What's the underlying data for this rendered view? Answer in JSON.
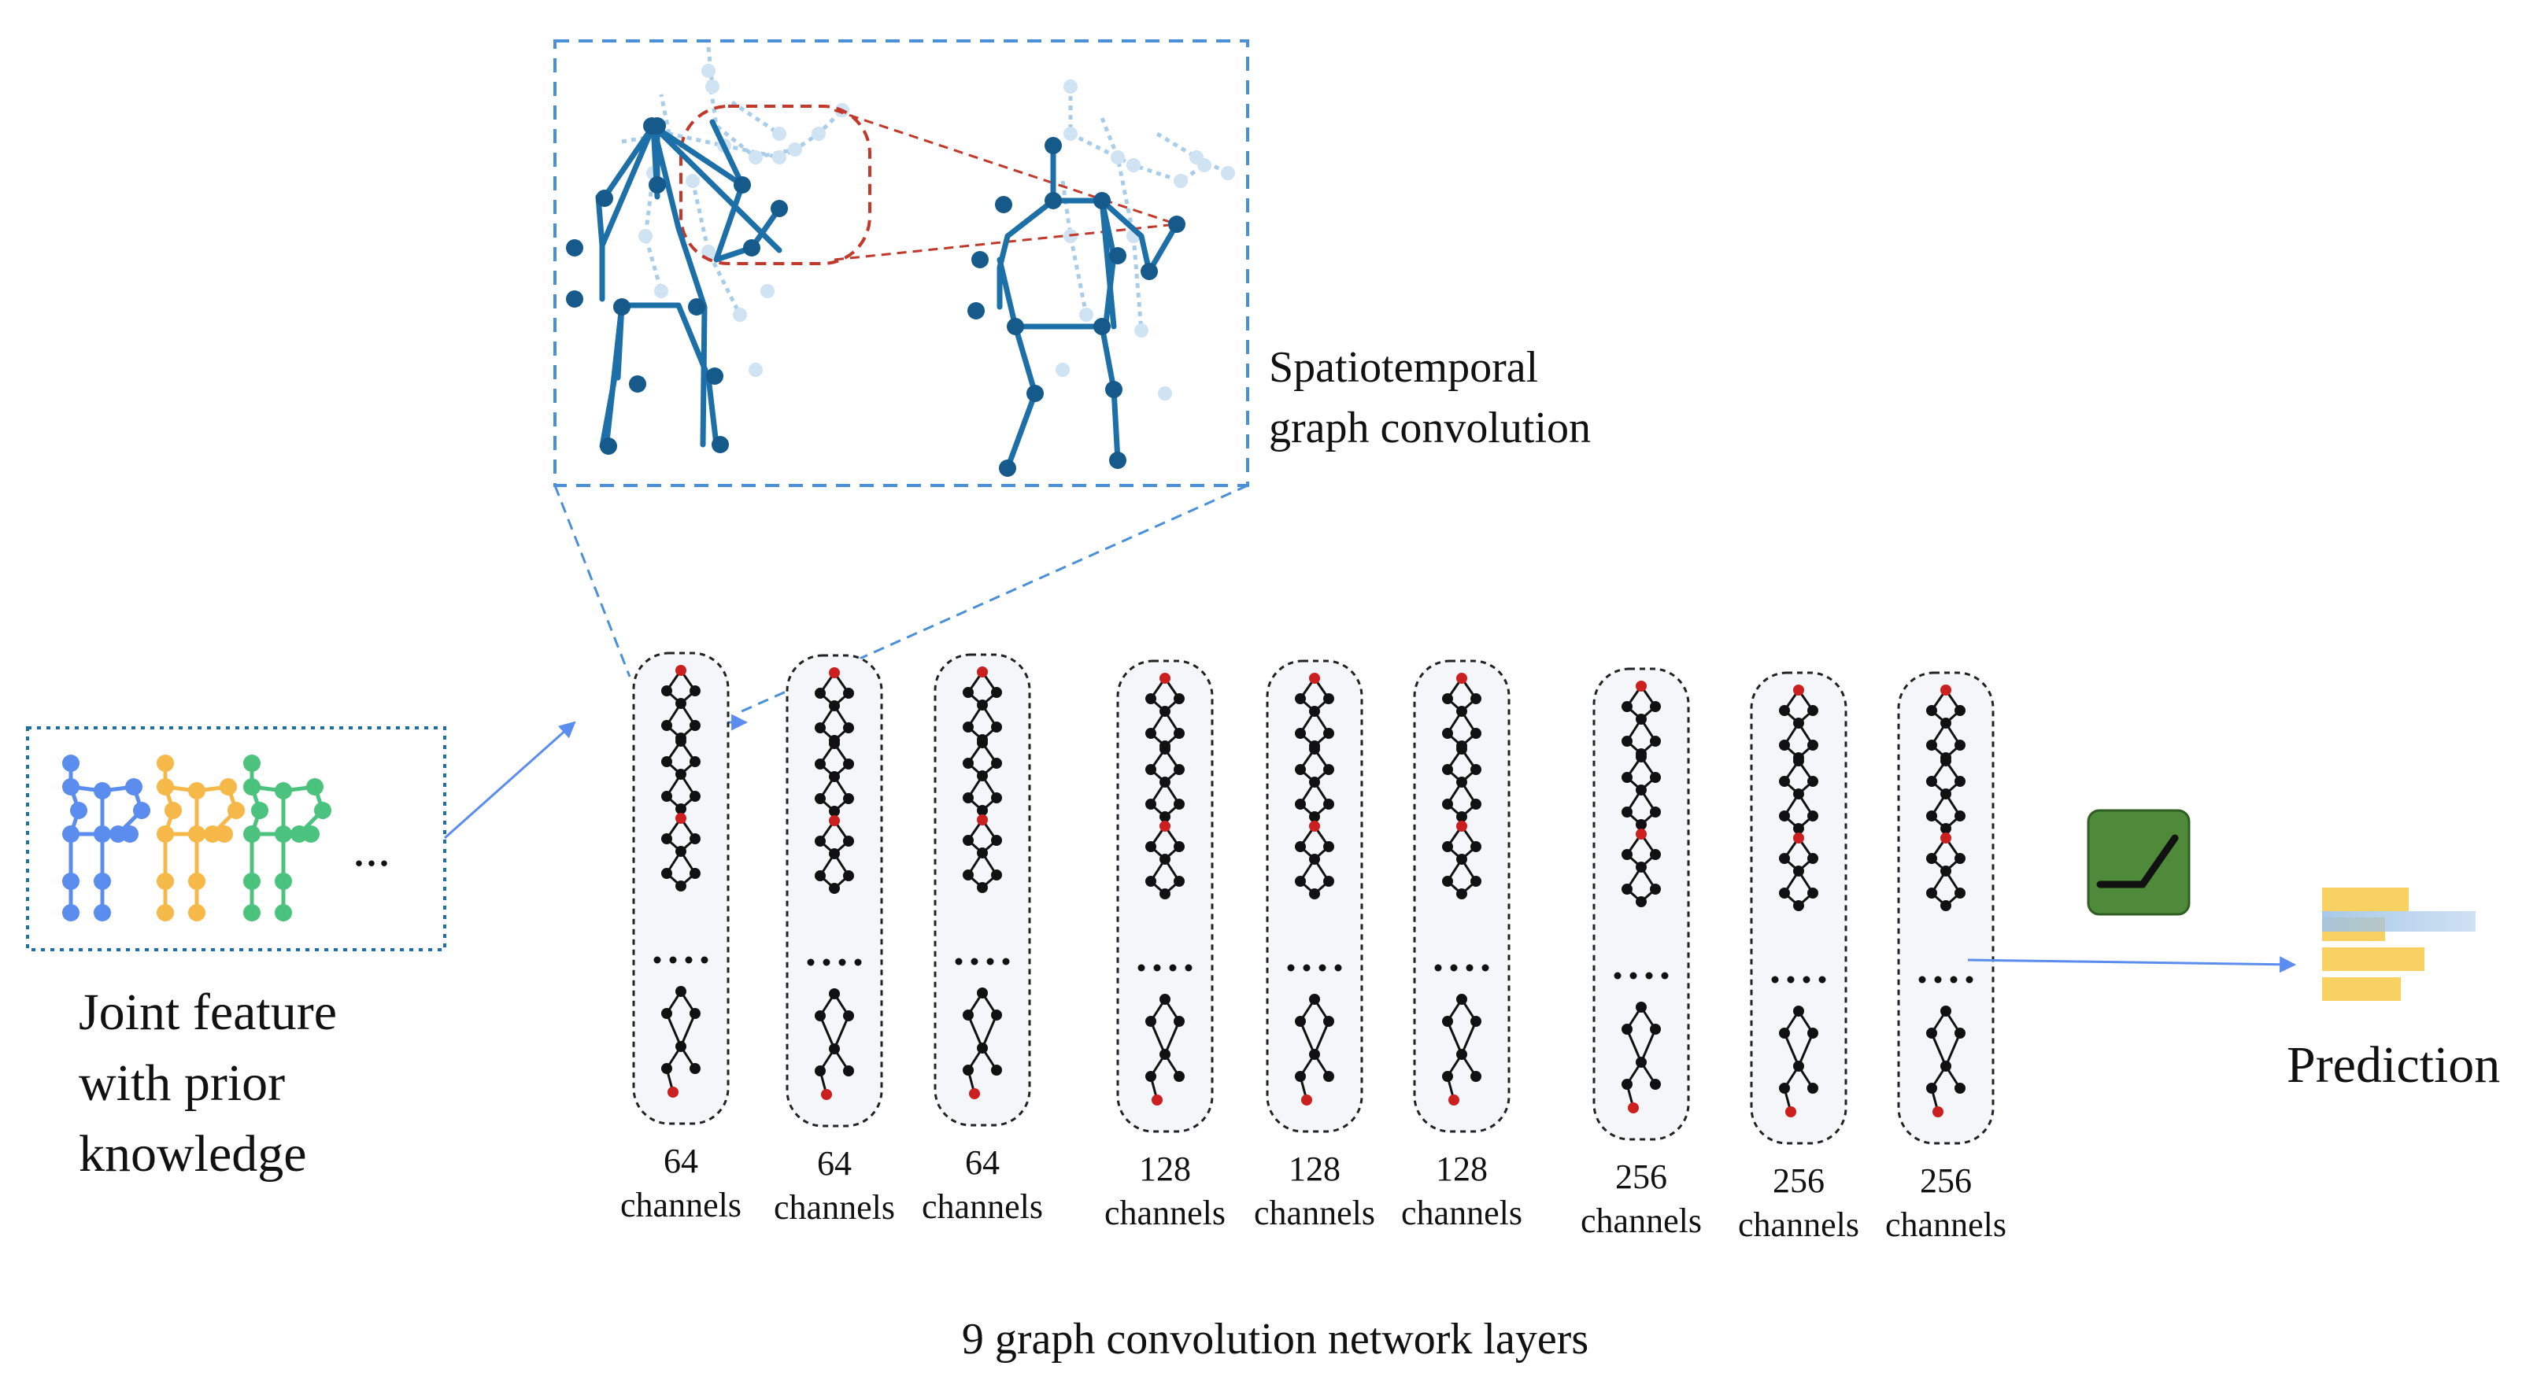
{
  "input": {
    "label_lines": [
      "Joint feature",
      "with prior",
      "knowledge"
    ],
    "ellipsis": "...",
    "skeleton_colors": [
      "#5b8def",
      "#f7b84a",
      "#4cc27f"
    ]
  },
  "inset": {
    "label_lines": [
      "Spatiotemporal",
      "graph convolution"
    ]
  },
  "layers": {
    "caption": "9 graph convolution network layers",
    "items": [
      {
        "channels": "64",
        "unit": "channels"
      },
      {
        "channels": "64",
        "unit": "channels"
      },
      {
        "channels": "64",
        "unit": "channels"
      },
      {
        "channels": "128",
        "unit": "channels"
      },
      {
        "channels": "128",
        "unit": "channels"
      },
      {
        "channels": "128",
        "unit": "channels"
      },
      {
        "channels": "256",
        "unit": "channels"
      },
      {
        "channels": "256",
        "unit": "channels"
      },
      {
        "channels": "256",
        "unit": "channels"
      }
    ]
  },
  "output": {
    "label": "Prediction",
    "activation_icon": "relu-icon",
    "prediction_icon": "bar-icon"
  },
  "colors": {
    "skeleton_dark": "#1d6fa8",
    "skeleton_light": "#a9cde9",
    "dashed_box": "#4a90d9",
    "red_dashed": "#c0392b",
    "arrow": "#5b8def",
    "relu_bg": "#4e8a3a",
    "bar_yellow": "#f7c948",
    "bar_blue": "#9fc3e6"
  }
}
